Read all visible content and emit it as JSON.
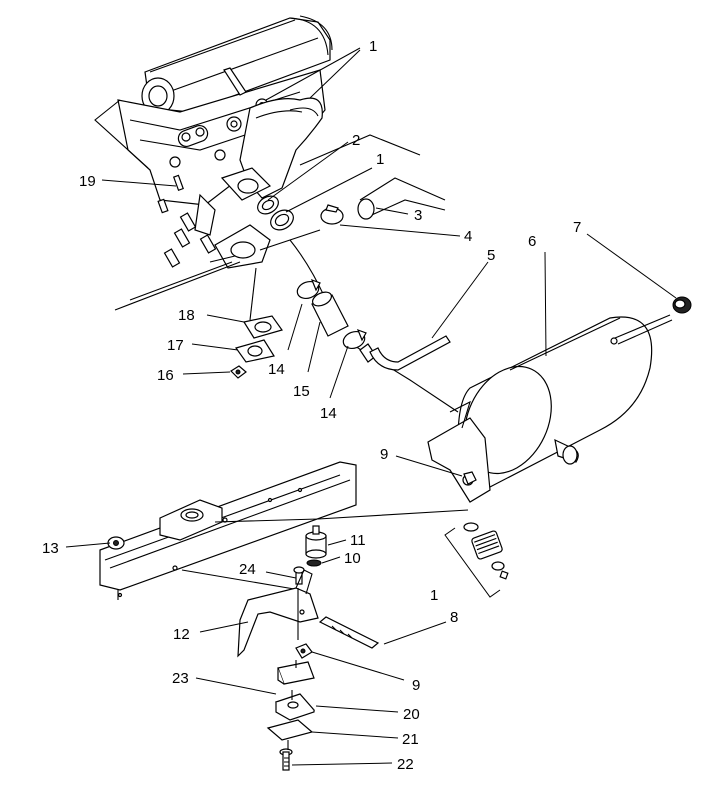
{
  "callouts": [
    {
      "id": "c1a",
      "text": "1"
    },
    {
      "id": "c2",
      "text": "2"
    },
    {
      "id": "c1b",
      "text": "1"
    },
    {
      "id": "c19",
      "text": "19"
    },
    {
      "id": "c3",
      "text": "3"
    },
    {
      "id": "c4",
      "text": "4"
    },
    {
      "id": "c6",
      "text": "6"
    },
    {
      "id": "c7",
      "text": "7"
    },
    {
      "id": "c5",
      "text": "5"
    },
    {
      "id": "c18",
      "text": "18"
    },
    {
      "id": "c17",
      "text": "17"
    },
    {
      "id": "c16",
      "text": "16"
    },
    {
      "id": "c14a",
      "text": "14"
    },
    {
      "id": "c15",
      "text": "15"
    },
    {
      "id": "c14b",
      "text": "14"
    },
    {
      "id": "c9a",
      "text": "9"
    },
    {
      "id": "c13",
      "text": "13"
    },
    {
      "id": "c11",
      "text": "11"
    },
    {
      "id": "c10",
      "text": "10"
    },
    {
      "id": "c24",
      "text": "24"
    },
    {
      "id": "c1c",
      "text": "1"
    },
    {
      "id": "c8",
      "text": "8"
    },
    {
      "id": "c12",
      "text": "12"
    },
    {
      "id": "c9b",
      "text": "9"
    },
    {
      "id": "c23",
      "text": "23"
    },
    {
      "id": "c20",
      "text": "20"
    },
    {
      "id": "c21",
      "text": "21"
    },
    {
      "id": "c22",
      "text": "22"
    }
  ]
}
